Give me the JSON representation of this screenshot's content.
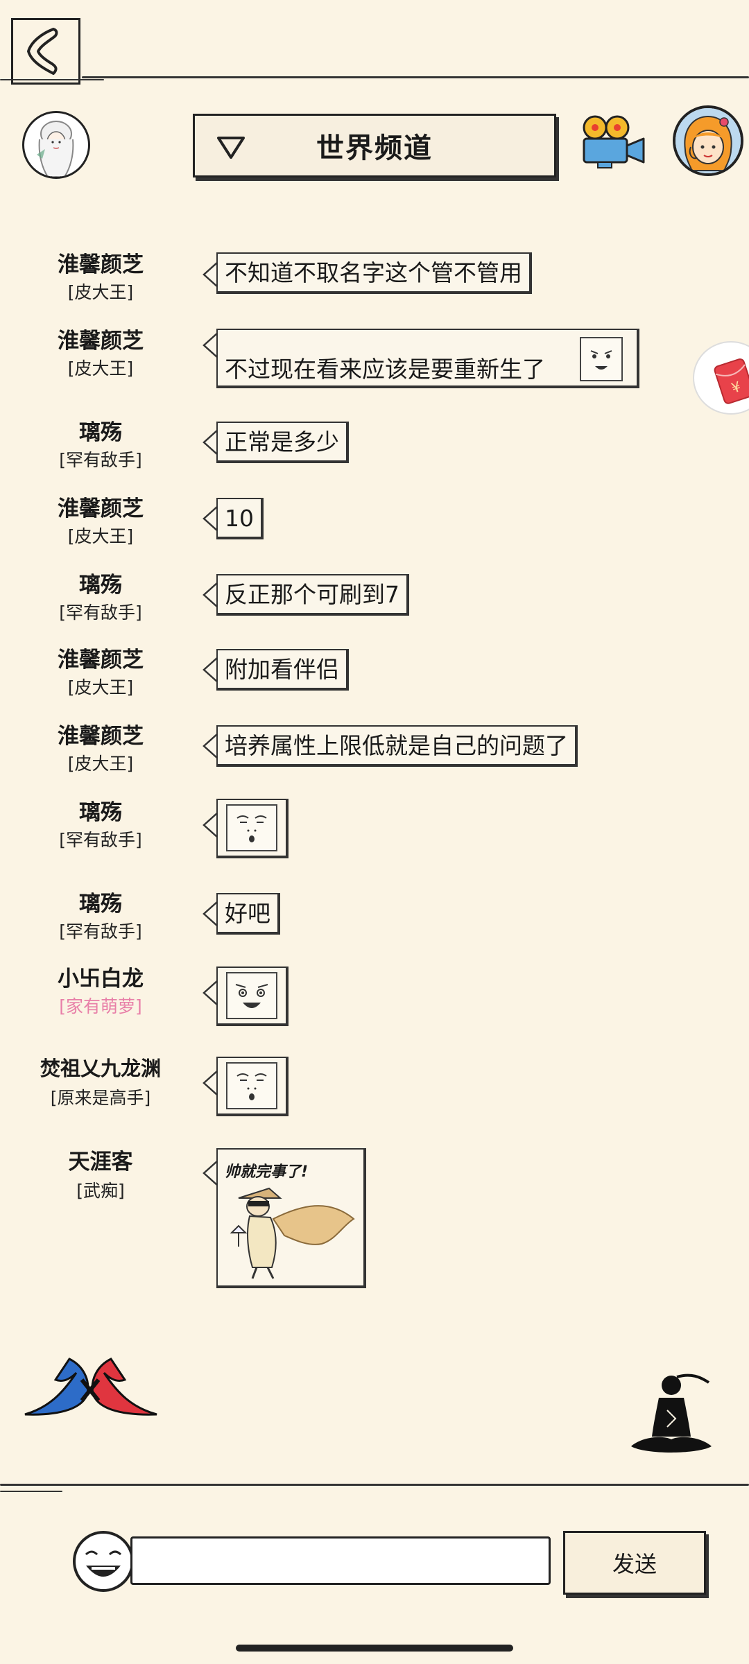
{
  "header": {
    "channel_title": "世界频道"
  },
  "messages": [
    {
      "name": "淮馨颜芝",
      "title": "[皮大王]",
      "text": "不知道不取名字这个管不管用"
    },
    {
      "name": "淮馨颜芝",
      "title": "[皮大王]",
      "text": "不过现在看来应该是要重新生了"
    },
    {
      "name": "璃殇",
      "title": "[罕有敌手]",
      "text": "正常是多少"
    },
    {
      "name": "淮馨颜芝",
      "title": "[皮大王]",
      "text": "10"
    },
    {
      "name": "璃殇",
      "title": "[罕有敌手]",
      "text": "反正那个可刷到7"
    },
    {
      "name": "淮馨颜芝",
      "title": "[皮大王]",
      "text": "附加看伴侣"
    },
    {
      "name": "淮馨颜芝",
      "title": "[皮大王]",
      "text": "培养属性上限低就是自己的问题了"
    },
    {
      "name": "璃殇",
      "title": "[罕有敌手]",
      "sticker": "squint-face-sticker"
    },
    {
      "name": "璃殇",
      "title": "[罕有敌手]",
      "text": "好吧"
    },
    {
      "name": "小卐白龙",
      "title": "[家有萌萝]",
      "title_color": "#e87fa8",
      "sticker": "laughing-face-sticker"
    },
    {
      "name": "焚祖乂九龙渊",
      "title": "[原来是高手]",
      "sticker": "squint-face-sticker"
    },
    {
      "name": "天涯客",
      "title": "[武痴]",
      "sticker": "swordsman-sticker",
      "sticker_caption": "帅就完事了!"
    }
  ],
  "footer": {
    "input_value": "",
    "send_label": "发送"
  },
  "colors": {
    "background": "#fbf4e4",
    "ink": "#1a1a1a",
    "pink_title": "#e87fa8",
    "red_packet": "#e8424a"
  }
}
